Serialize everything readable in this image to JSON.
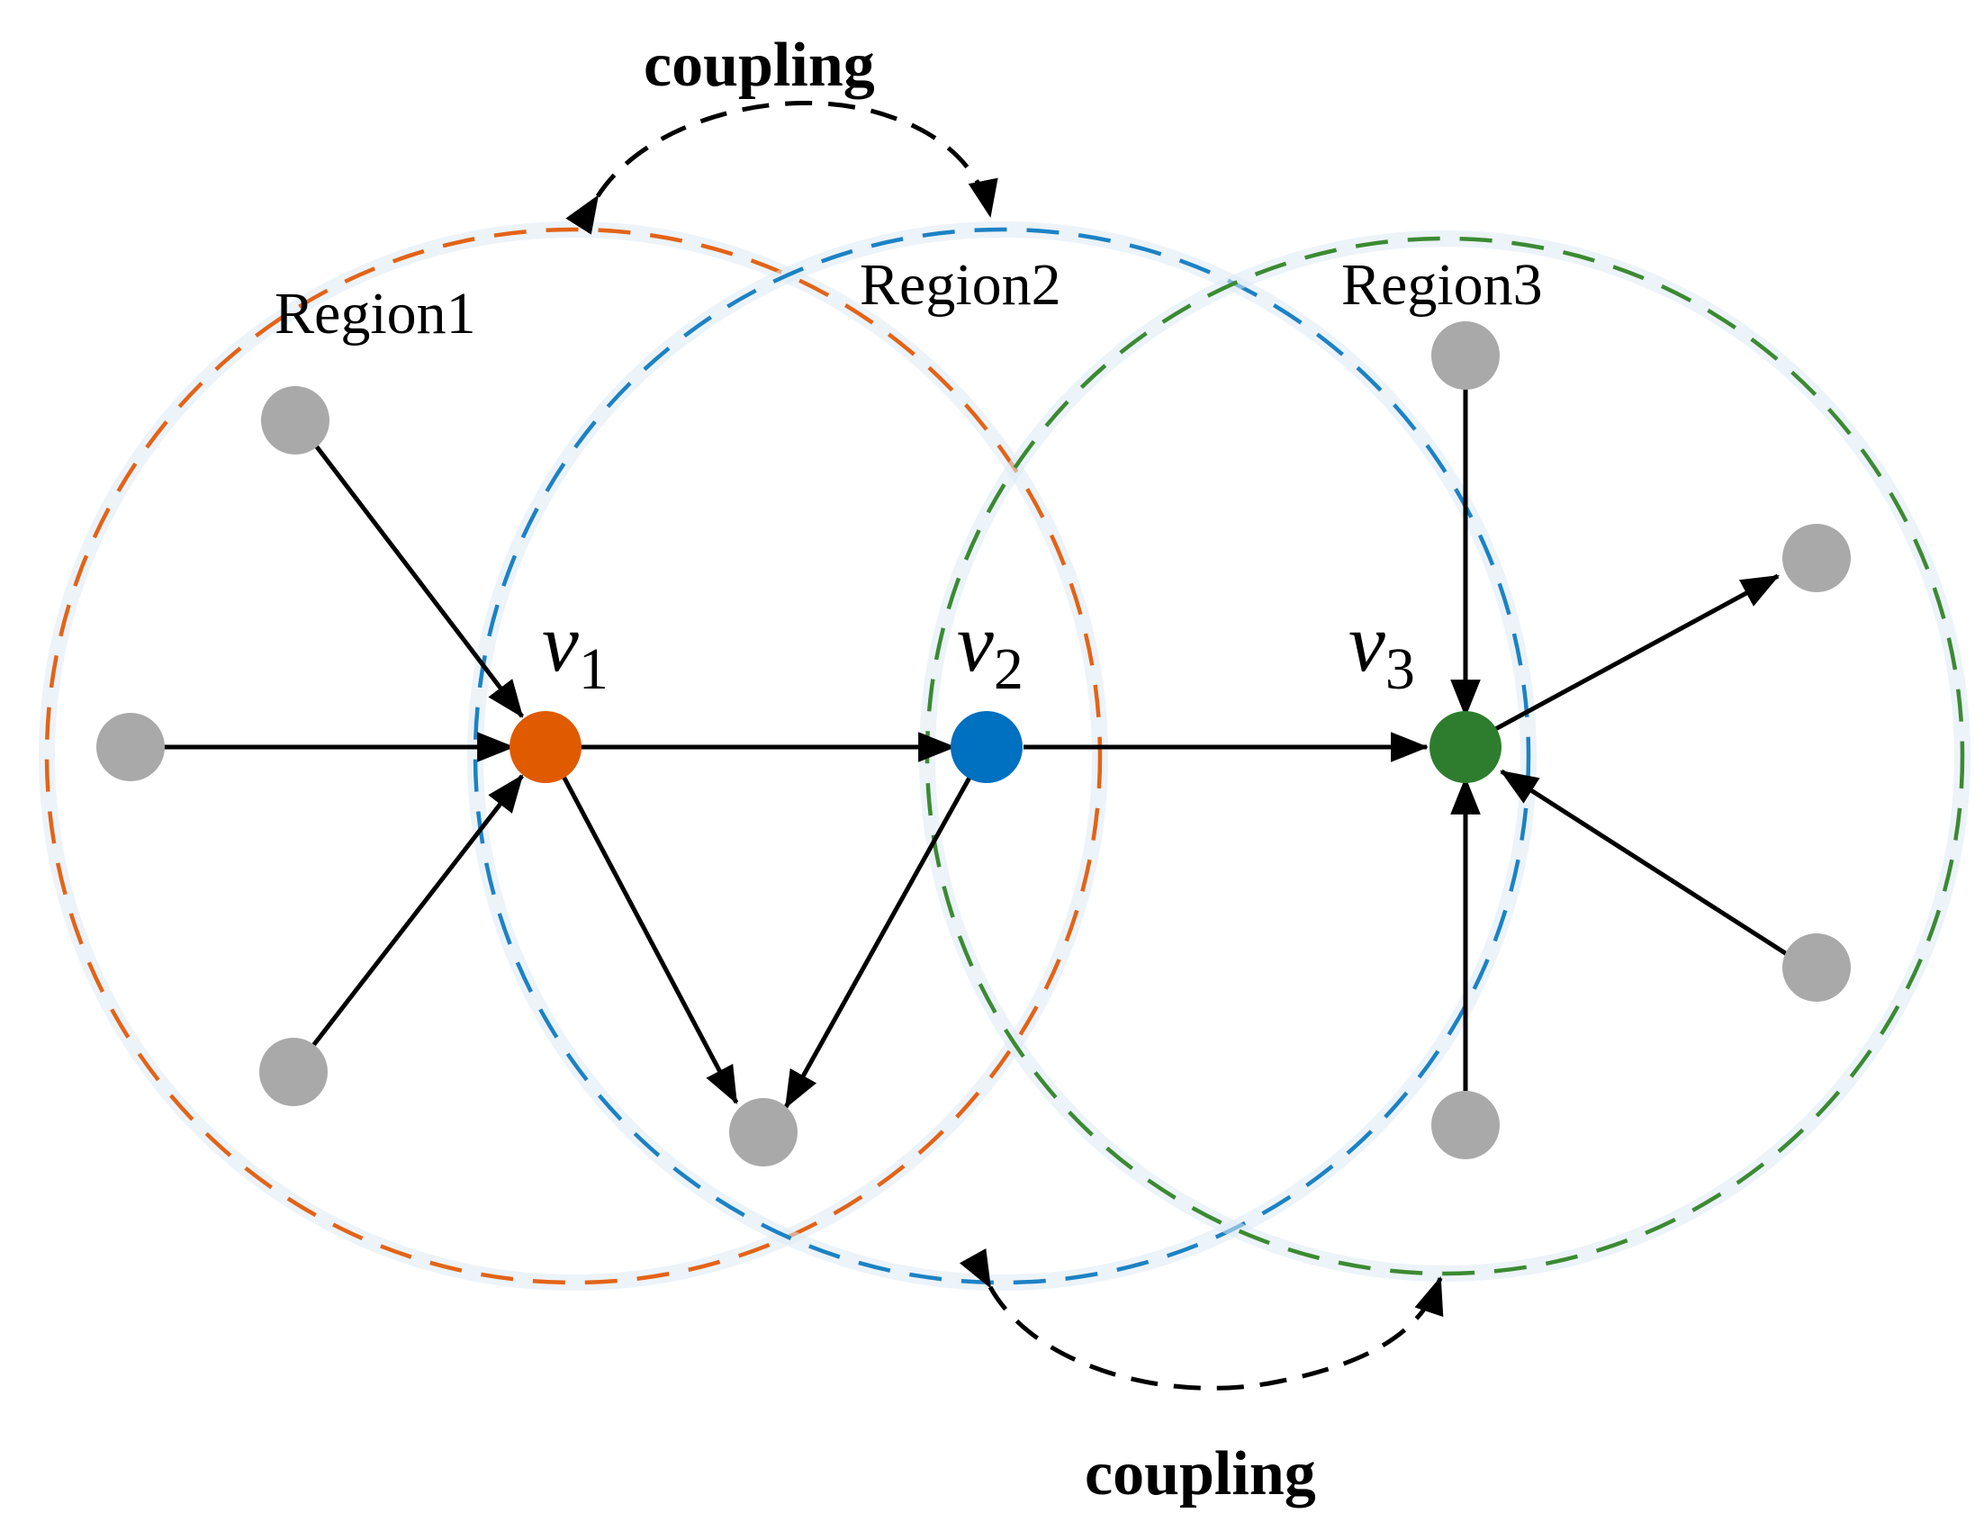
{
  "colors": {
    "region1": "#e36317",
    "region2": "#1b82c4",
    "region3": "#3b8a32",
    "v1": "#e05a00",
    "v2": "#0070c0",
    "v3": "#2e7d2e",
    "neighbor": "#a9a9a9",
    "edge": "#000000"
  },
  "regions": [
    {
      "id": "r1",
      "label": "Region1"
    },
    {
      "id": "r2",
      "label": "Region2"
    },
    {
      "id": "r3",
      "label": "Region3"
    }
  ],
  "nodes": {
    "v1": {
      "symbol": "v",
      "sub": "1"
    },
    "v2": {
      "symbol": "v",
      "sub": "2"
    },
    "v3": {
      "symbol": "v",
      "sub": "3"
    }
  },
  "couplings": {
    "top": "coupling",
    "bottom": "coupling"
  }
}
